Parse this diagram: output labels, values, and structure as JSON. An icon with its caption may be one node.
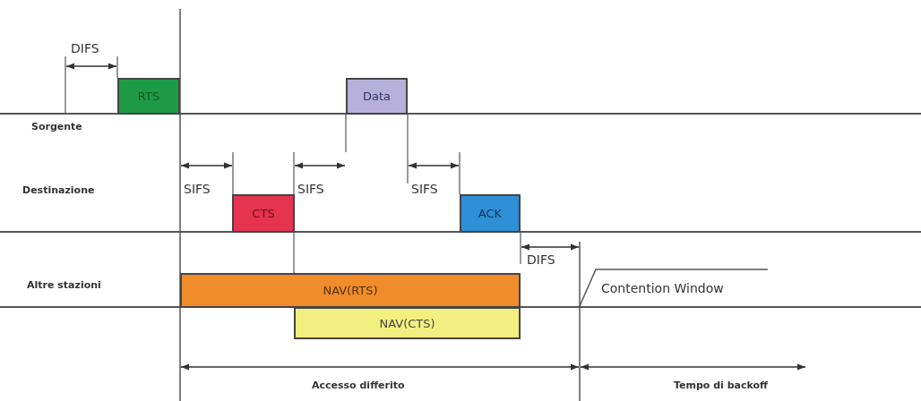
{
  "diagram": {
    "nodes": [
      {
        "text": [
          "RTS"
        ]
      },
      {
        "text": [
          "Data"
        ]
      },
      {
        "text": [
          "CTS"
        ]
      },
      {
        "text": [
          "ACK"
        ]
      },
      {
        "text": [
          "NAV(RTS)"
        ]
      },
      {
        "text": [
          "Contention Window"
        ]
      },
      {
        "text": [
          "NAV(CTS)"
        ]
      }
    ],
    "labels": [
      "DIFS",
      "Sorgente",
      "Destinazione",
      "SIFS",
      "SIFS",
      "SIFS",
      "DIFS",
      "Altre stazioni",
      "Accesso differito",
      "Tempo di backoff"
    ]
  }
}
